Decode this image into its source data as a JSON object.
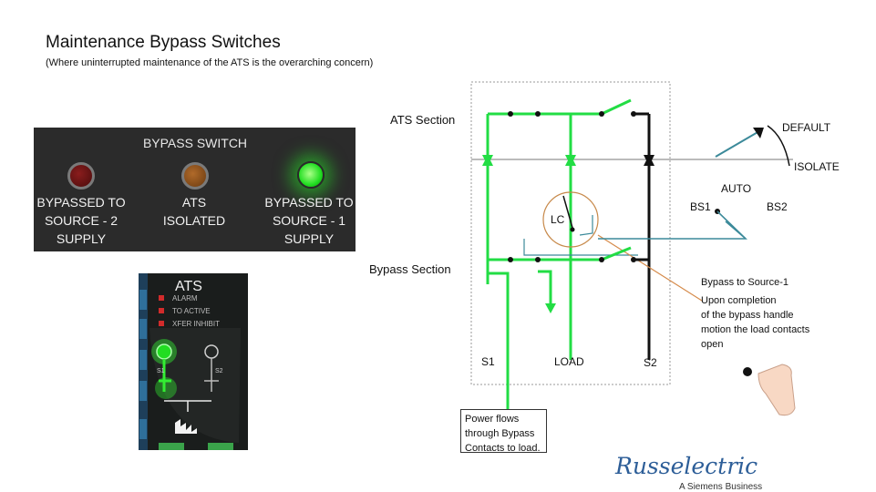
{
  "header": {
    "title": "Maintenance Bypass Switches",
    "subtitle": "(Where uninterrupted maintenance of the ATS is the overarching concern)"
  },
  "bypass_panel": {
    "title": "BYPASS SWITCH",
    "lamps": [
      {
        "label": "BYPASSED TO\nSOURCE - 2\nSUPPLY",
        "color": "#6a1414",
        "state": "off"
      },
      {
        "label": "ATS\nISOLATED",
        "color": "#8a4e1c",
        "state": "off"
      },
      {
        "label": "BYPASSED TO\nSOURCE - 1\nSUPPLY",
        "color": "#22dd22",
        "state": "on"
      }
    ]
  },
  "ats_panel": {
    "title": "ATS",
    "indicators": [
      "ALARM",
      "TO ACTIVE",
      "XFER INHIBIT"
    ],
    "indicator_color": "#d12b2b",
    "source_labels": [
      "S1",
      "S2"
    ]
  },
  "diagram": {
    "ats_section_label": "ATS Section",
    "bypass_section_label": "Bypass Section",
    "lc_label": "LC",
    "default_label": "DEFAULT",
    "isolate_label": "ISOLATE",
    "auto_label": "AUTO",
    "bs1_label": "BS1",
    "bs2_label": "BS2",
    "s1_label": "S1",
    "load_label": "LOAD",
    "s2_label": "S2",
    "bypass_note_title": "Bypass to Source-1",
    "bypass_note_body": "Upon completion\nof the bypass handle\nmotion the load contacts\nopen",
    "power_note": "Power flows\nthrough Bypass\nContacts to load.",
    "active_color": "#22dd44",
    "line_color": "#3c8a9a"
  },
  "logo": {
    "name": "Russelectric",
    "tagline": "A Siemens Business"
  }
}
